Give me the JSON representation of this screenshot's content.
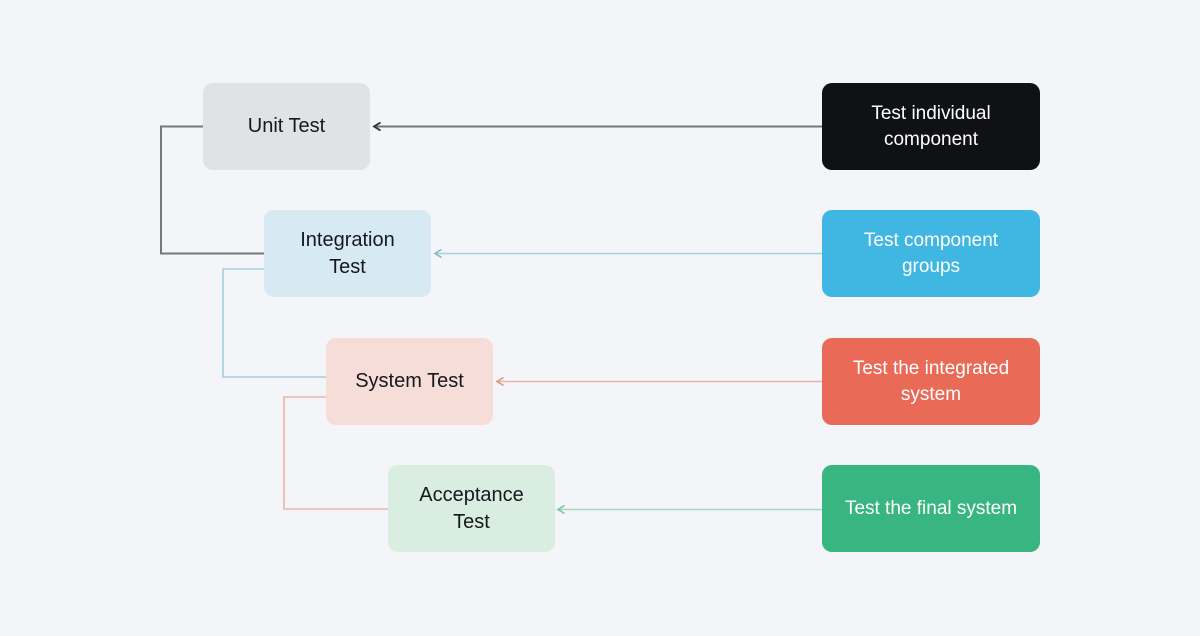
{
  "diagram": {
    "type": "software-testing-levels-flow",
    "levels": [
      {
        "id": "unit",
        "label": "Unit Test",
        "description": "Test individual component"
      },
      {
        "id": "integration",
        "label": "Integration Test",
        "description": "Test component groups"
      },
      {
        "id": "system",
        "label": "System Test",
        "description": "Test the integrated system"
      },
      {
        "id": "acceptance",
        "label": "Acceptance Test",
        "description": "Test the final system"
      }
    ]
  },
  "colors": {
    "background": "#f3f5f8",
    "node_text": "#15181d",
    "desc_text": "#ffffff",
    "node_unit_bg": "#e1e2e3",
    "node_integration_bg": "#d7eaf4",
    "node_system_bg": "#f7ddd7",
    "node_acceptance_bg": "#d9ede1",
    "desc_unit_bg": "#101114",
    "desc_integration_bg": "#40b6e2",
    "desc_system_bg": "#e96a57",
    "desc_acceptance_bg": "#38b581",
    "connector_unit": "#75777a",
    "connector_unit_head": "#2f3236",
    "connector_integration": "#a3cfe0",
    "connector_integration_head": "#7fb8cd",
    "connector_system": "#edb3a7",
    "connector_system_head": "#e19486",
    "connector_acceptance": "#a5d7c0",
    "connector_acceptance_head": "#7ec3a6"
  }
}
